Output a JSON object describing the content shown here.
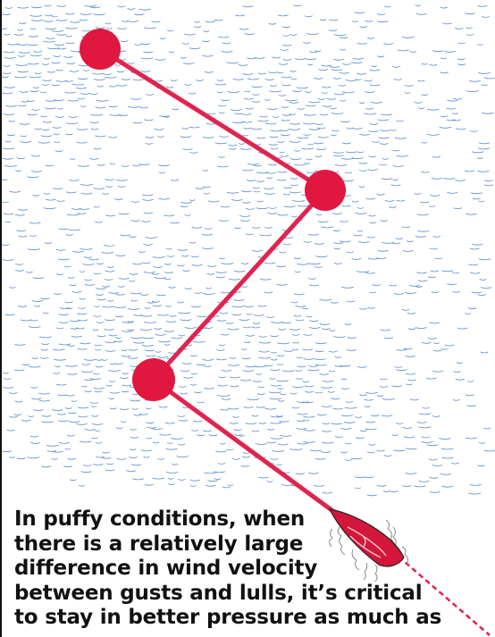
{
  "caption": {
    "lines": [
      "In puffy conditions, when",
      "there is a relatively large",
      "difference in wind velocity",
      "between gusts and lulls, it’s critical",
      "to stay in better pressure as much as"
    ]
  },
  "diagram": {
    "waypoints": 3,
    "boat": "red boat heading upwind",
    "colors": {
      "course": "#e0244f",
      "mark": "#e0173f",
      "ripple": "#5f8fc9",
      "boat": "#d4163a",
      "frame": "#111111"
    }
  }
}
